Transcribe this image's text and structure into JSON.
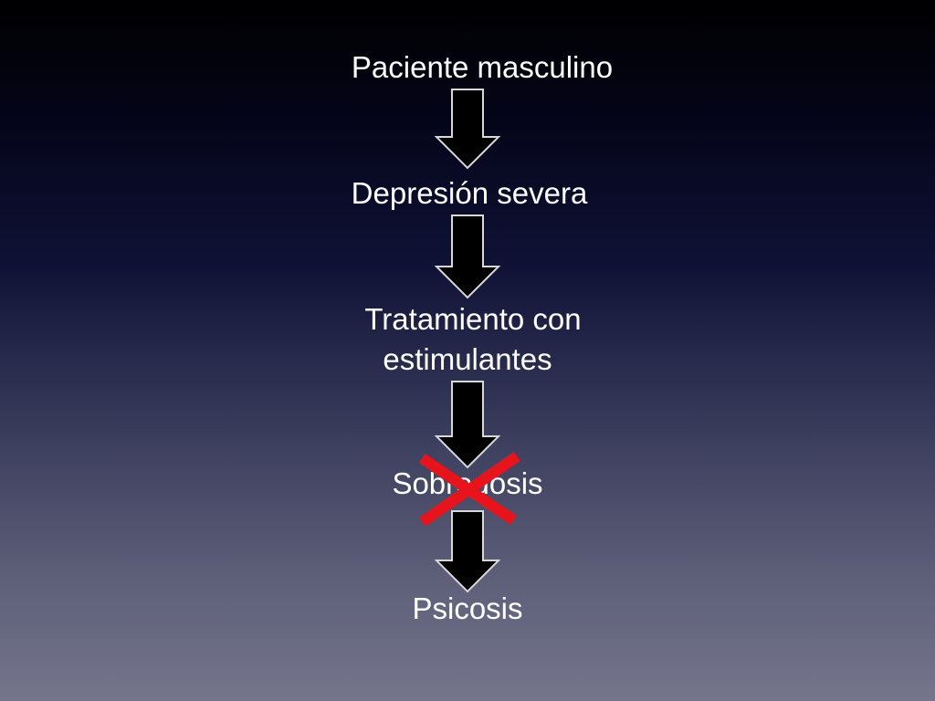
{
  "steps": [
    {
      "line1": "Paciente masculino"
    },
    {
      "line1": "Depresión severa"
    },
    {
      "line1": "Tratamiento con",
      "line2": "estimulantes"
    },
    {
      "line1": "Sobredosis",
      "crossed_out": true
    },
    {
      "line1": "Psicosis"
    }
  ],
  "colors": {
    "text": "#ffffff",
    "arrow_fill_light": "#000000",
    "arrow_fill_dark": "#000000",
    "arrow_stroke": "#d8d8d8",
    "cross": "#e8141c"
  }
}
